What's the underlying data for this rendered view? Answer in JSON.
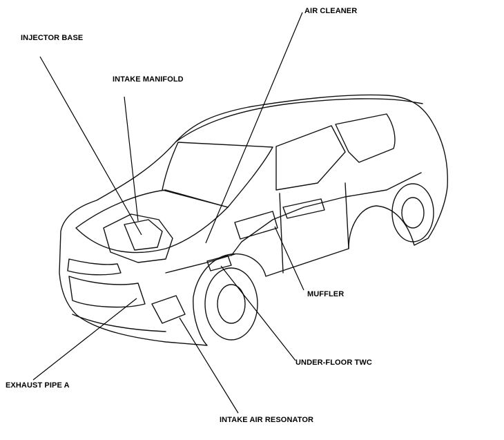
{
  "labels": {
    "injector_base": "INJECTOR BASE",
    "intake_manifold": "INTAKE MANIFOLD",
    "air_cleaner": "AIR CLEANER",
    "muffler": "MUFFLER",
    "under_floor_twc": "UNDER-FLOOR TWC",
    "exhaust_pipe_a": "EXHAUST PIPE A",
    "intake_air_resonator": "INTAKE AIR RESONATOR"
  }
}
